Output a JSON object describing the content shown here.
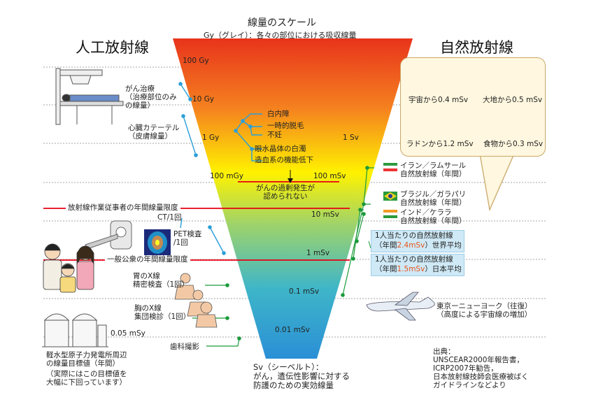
{
  "header": {
    "title": "線量のスケール",
    "subtitle": "Gy（グレイ）：各々の部位における吸収線量",
    "left_heading": "人工放射線",
    "right_heading": "自然放射線"
  },
  "scale": {
    "gy_ticks": [
      "100 Gy",
      "10 Gy",
      "1 Gy",
      "100 mGy"
    ],
    "sv_ticks": [
      "1 Sv",
      "100 mSv",
      "10 mSv",
      "1 mSv",
      "0.1 mSv",
      "0.05 mSy",
      "0.01 mSv"
    ],
    "cancer_note": "がんの過剰発生が\n認められない",
    "bottom_note": "Sv（シーベルト）：\nがん，遺伝性影響に対する\n防護のための実効線量"
  },
  "effects": [
    "白内障",
    "一時的脱毛",
    "不妊",
    "眼水晶体の白濁",
    "造血系の機能低下"
  ],
  "limits": {
    "worker": "放射線作業従事者の年間線量限度",
    "public": "一般公衆の年間線量限度"
  },
  "medical": {
    "cancer_therapy": "がん治療\n（治療部位のみ\nの線量）",
    "cardiac_cath": "心臓カテーテル\n（皮膚線量）",
    "ct": "CT/1回",
    "pet": "PET検査\n/1回",
    "stomach_xray": "胃のX線\n精密検査（1回）",
    "chest_xray": "胸のX線\n集団検診（1回）",
    "dental": "歯科撮影"
  },
  "plant": {
    "label": "軽水型原子力発電所周辺\nの線量目標値（年間）",
    "note": "（実際にはこの目標値を\n大幅に下回っています）"
  },
  "natural": {
    "cosmic": "宇宙から0.4 mSv",
    "earth": "大地から0.5 mSv",
    "radon": "ラドンから1.2 mSv",
    "food": "食物から0.3 mSv",
    "iran": "イラン／ラムサール\n自然放射線（年間）",
    "brazil": "ブラジル／ガラパリ\n自然放射線（年間）",
    "india": "インド／ケララ\n自然放射線（年間）",
    "world_avg": {
      "line1": "1人当たりの自然放射線",
      "pre": "（年間",
      "value": "2.4mSv",
      "post": "）世界平均"
    },
    "japan_avg": {
      "line1": "1人当たりの自然放射線",
      "pre": "（年間",
      "value": "1.5mSv",
      "post": "）日本平均"
    },
    "flight": "東京ーニューヨーク（往復）\n（高度による宇宙線の増加）"
  },
  "source": "出典：\nUNSCEAR2000年報告書，\nICRP2007年勧告，\n日本放射線技師会医療被ばく\nガイドラインなどより",
  "colors": {
    "funnel_top": "#e8341c",
    "funnel_mid": "#fff200",
    "funnel_bottom": "#2a8fd6",
    "limit_line": "#e60012",
    "connector": "#2a9fd8",
    "dot_green": "#1a9a3a",
    "highlight": "#e8541c",
    "blue_box": "#cfe9f6"
  }
}
